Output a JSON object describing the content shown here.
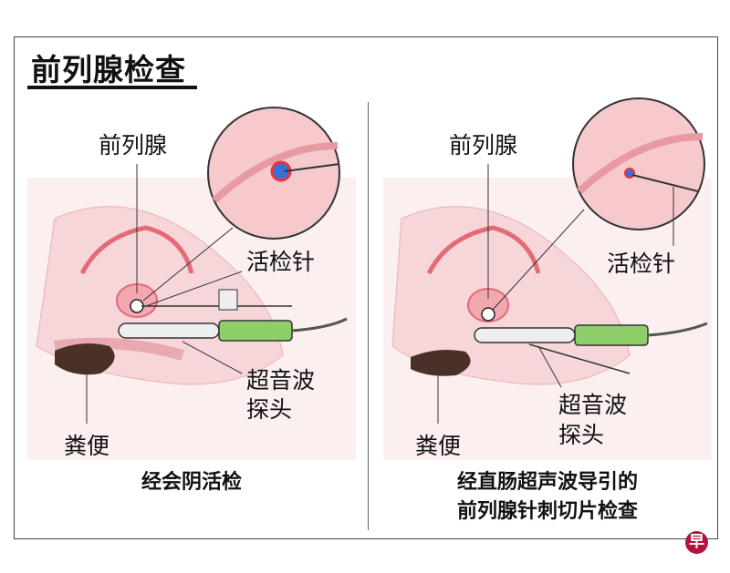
{
  "title": "前列腺检查",
  "left": {
    "prostate": "前列腺",
    "needle": "活检针",
    "probe_line1": "超音波",
    "probe_line2": "探头",
    "stool": "粪便",
    "caption": "经会阴活检"
  },
  "right": {
    "prostate": "前列腺",
    "needle": "活检针",
    "probe_line1": "超音波",
    "probe_line2": "探头",
    "stool": "粪便",
    "caption_line1": "经直肠超声波导引的",
    "caption_line2": "前列腺针刺切片检查"
  },
  "logo": "早",
  "colors": {
    "tissue": "#f6d6d8",
    "accent": "#e56a78",
    "probe_green": "#8fcf6a"
  }
}
